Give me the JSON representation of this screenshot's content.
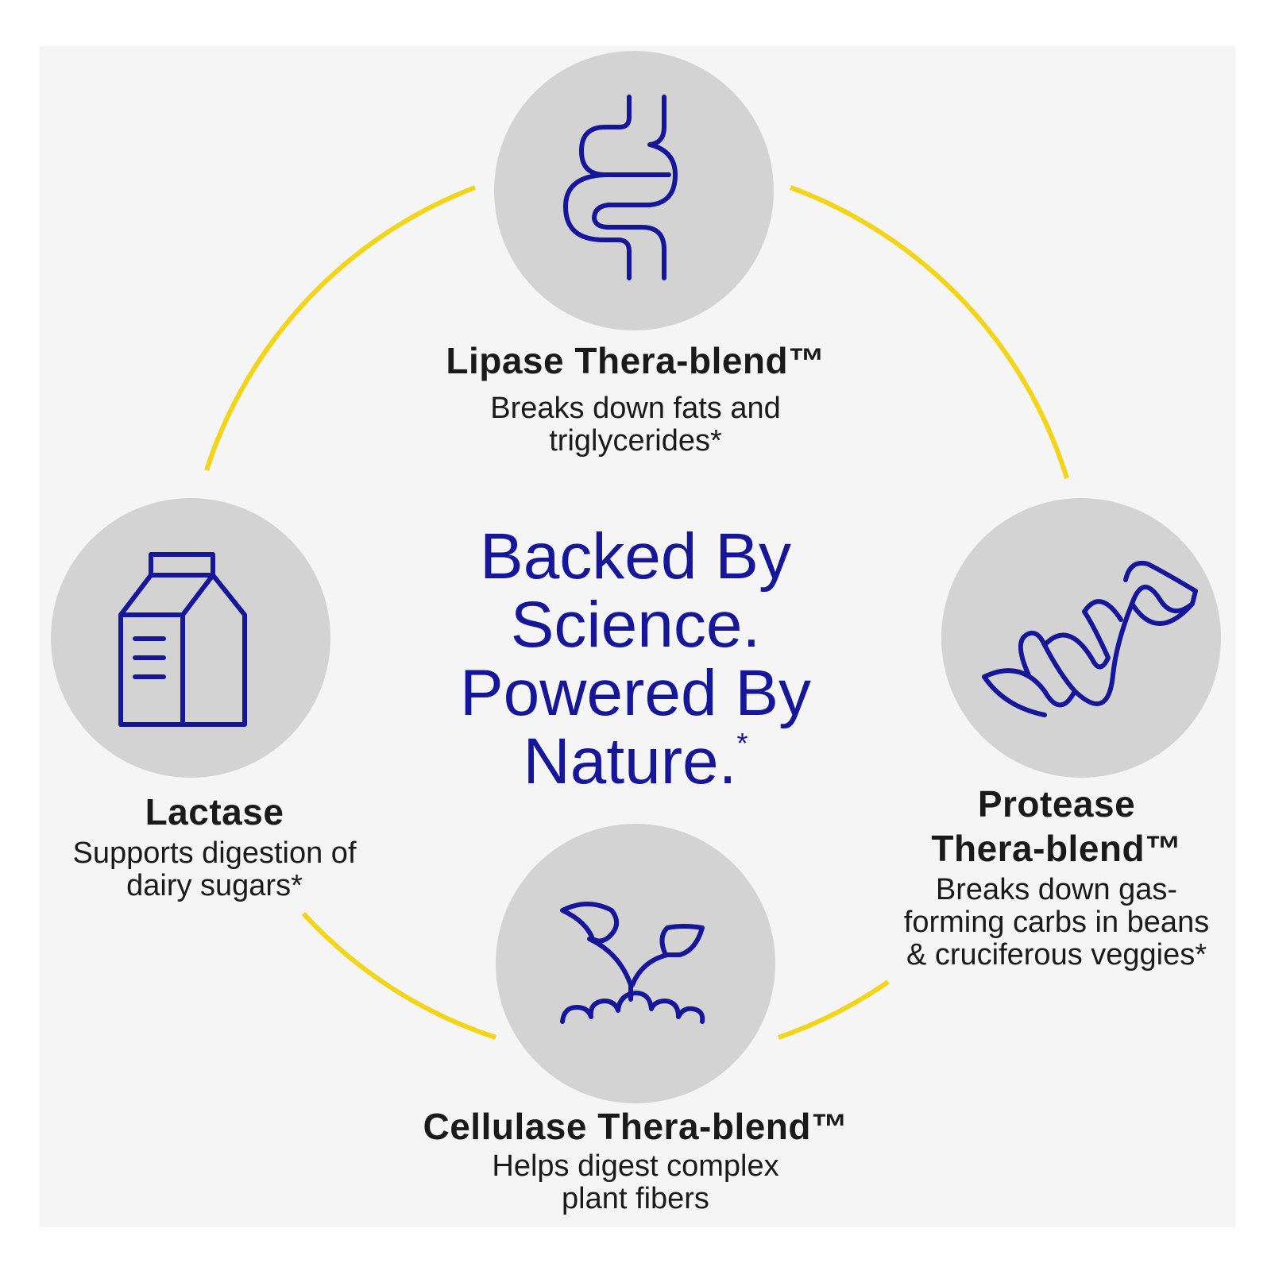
{
  "colors": {
    "panel": "#f5f5f5",
    "circle": "#d3d3d3",
    "ring": "#f2d519",
    "icon": "#15169a",
    "headline": "#15169a",
    "text": "#1a1a1a"
  },
  "headline": {
    "line1": "Backed By",
    "line2": "Science.",
    "line3": "Powered By",
    "line4": "Nature.",
    "mark": "*"
  },
  "nodes": {
    "lipase": {
      "icon": "intestine-icon",
      "title": "Lipase Thera-blend™",
      "desc1": "Breaks down fats and",
      "desc2": "triglycerides*"
    },
    "lactase": {
      "icon": "milk-carton-icon",
      "title": "Lactase",
      "desc1": "Supports digestion of",
      "desc2": "dairy sugars*"
    },
    "protease": {
      "icon": "dna-helix-icon",
      "title1": "Protease",
      "title2": "Thera-blend™",
      "desc1": "Breaks down gas-",
      "desc2": "forming carbs in beans",
      "desc3": "& cruciferous veggies*"
    },
    "cellulase": {
      "icon": "sprout-icon",
      "title": "Cellulase Thera-blend™",
      "desc1": "Helps digest complex",
      "desc2": "plant fibers"
    }
  }
}
